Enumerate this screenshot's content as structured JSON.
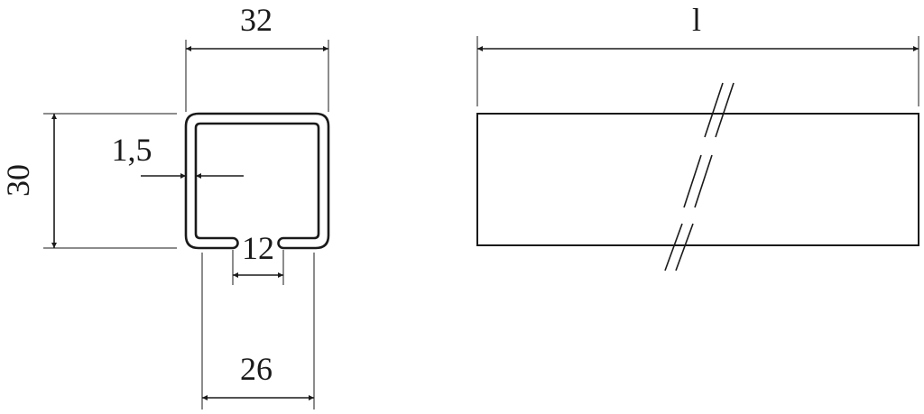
{
  "colors": {
    "ink": "#1a1a1a",
    "background": "#ffffff"
  },
  "dimensions": {
    "outer_width": "32",
    "outer_height": "30",
    "wall_thickness": "1,5",
    "slot_width": "12",
    "inner_width": "26",
    "length": "l"
  }
}
